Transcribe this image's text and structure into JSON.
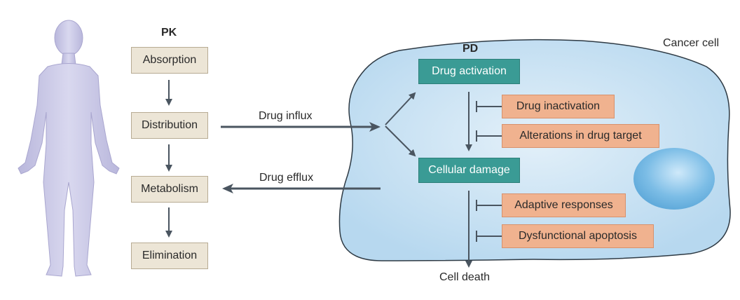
{
  "pk": {
    "heading": "PK",
    "steps": [
      "Absorption",
      "Distribution",
      "Metabolism",
      "Elimination"
    ]
  },
  "transport": {
    "influx": "Drug influx",
    "efflux": "Drug efflux"
  },
  "cell": {
    "label": "Cancer cell",
    "pd_heading": "PD",
    "activation": "Drug activation",
    "damage": "Cellular damage",
    "inactivation": "Drug inactivation",
    "target_alterations": "Alterations in drug target",
    "adaptive": "Adaptive responses",
    "apoptosis": "Dysfunctional apoptosis",
    "outcome": "Cell death"
  },
  "colors": {
    "pk_box": "#ece5d6",
    "pd_box": "#3a9b95",
    "resistance_box": "#f0b28f",
    "cell_fill": "#c9e2f2",
    "nucleus": "#7fc0e6",
    "arrow": "#4a5560",
    "body": "#c9c7e3"
  }
}
